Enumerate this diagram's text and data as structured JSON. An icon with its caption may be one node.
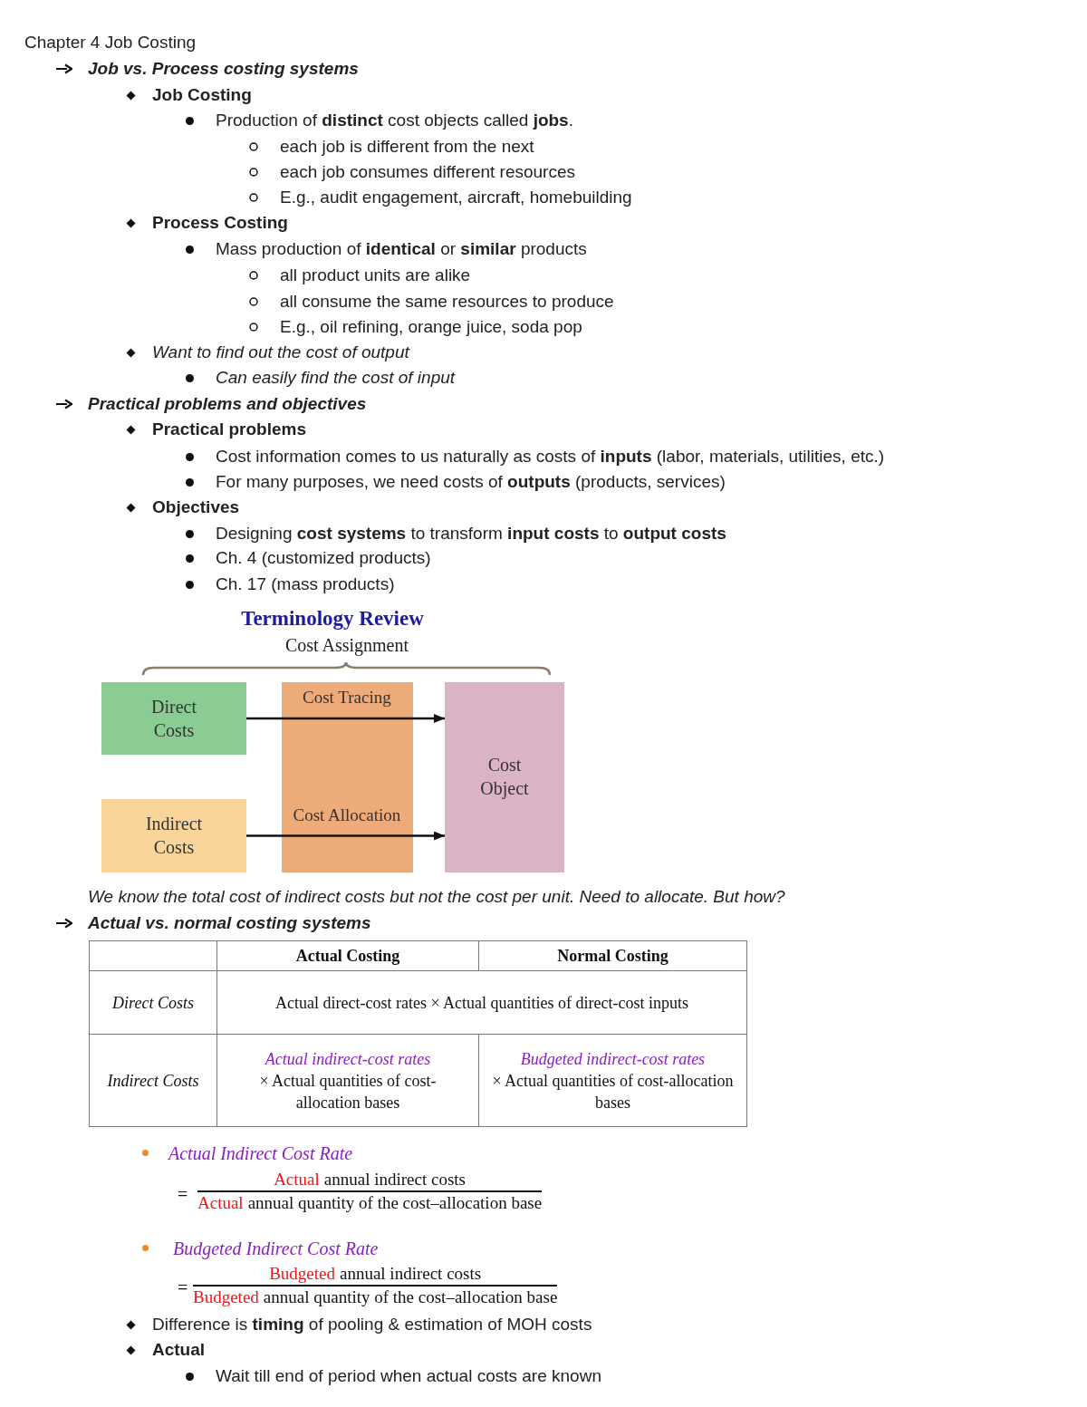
{
  "diagram": {
    "title": "Chapter 4 Job Costing",
    "nodes": [
      {
        "text": [
          "Direct Costs"
        ]
      },
      {
        "text": [
          "Cost Object"
        ]
      },
      {
        "text": [
          "Indirect Costs"
        ]
      }
    ],
    "edges": [
      {
        "from": 0,
        "to": 1,
        "arrow": "to",
        "label": "Cost Tracing"
      },
      {
        "from": 2,
        "to": 1,
        "arrow": "to",
        "label": "Cost Allocation"
      }
    ],
    "labels": [
      "Job vs. Process costing systems",
      "Job Costing",
      "Production of **distinct** cost objects called **jobs**.",
      "each job is different from the next",
      "each job consumes different resources",
      "E.g., audit engagement, aircraft, homebuilding",
      "Process Costing",
      "Mass production of **identical** or **similar** products",
      "all product units are alike",
      "all consume the same resources to produce",
      "E.g., oil refining, orange juice, soda pop",
      "Want to find out the cost of output",
      "Can easily find the cost of input",
      "Practical problems and objectives",
      "Practical problems",
      "Cost information comes to us naturally as costs of **inputs** (labor, materials, utilities, etc.)",
      "For many purposes, we need costs of **outputs** (products, services)",
      "Objectives",
      "Designing **cost systems** to transform **input costs** to **output costs**",
      "Ch. 4 (customized products)",
      "Ch. 17 (mass products)",
      "Terminology Review",
      "Cost Assignment",
      "We know the total cost of indirect costs but not the cost per unit. Need to allocate. But how?",
      "Actual vs. normal costing systems",
      "Actual Costing",
      "Normal Costing",
      "Direct Costs",
      "Actual direct-cost rates × Actual quantities of direct-cost inputs",
      "Indirect Costs",
      "Actual indirect-cost rates",
      "× Actual quantities of cost-allocation bases",
      "Budgeted indirect-cost rates",
      "× Actual quantities of cost-allocation bases",
      "Actual Indirect Cost Rate",
      "=",
      "Actual",
      "annual indirect costs",
      "Actual",
      "annual quantity of the cost–allocation base",
      "Budgeted Indirect Cost Rate",
      "=",
      "Budgeted",
      "annual indirect costs",
      "Budgeted",
      "annual quantity of the cost–allocation base",
      "Difference is **timing** of pooling & estimation of MOH costs",
      "Actual",
      "Wait till end of period when actual costs are known"
    ]
  }
}
